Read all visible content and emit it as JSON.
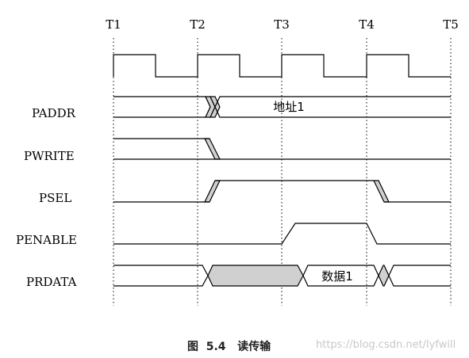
{
  "time_labels": [
    "T1",
    "T2",
    "T3",
    "T4",
    "T5"
  ],
  "signals": {
    "paddr": "PADDR",
    "pwrite": "PWRITE",
    "psel": "PSEL",
    "penable": "PENABLE",
    "prdata": "PRDATA"
  },
  "bus_values": {
    "address": "地址1",
    "data": "数据1"
  },
  "caption": "图  5.4   读传输",
  "watermark": "https://blog.csdn.net/lyfwill",
  "colors": {
    "hatch": "#d0d0d0",
    "line": "#000000",
    "watermark": "#c8c8c8"
  }
}
